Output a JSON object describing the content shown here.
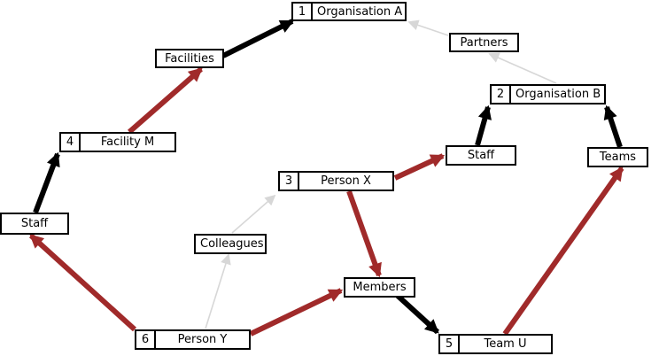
{
  "diagram": {
    "title": "organisation-membership-graph",
    "colors": {
      "strong": "#000000",
      "highlight": "#a02a2a",
      "weak": "#d7d7d7",
      "border": "#000000",
      "bg": "#ffffff"
    },
    "nodes": {
      "org_a": {
        "badge": "1",
        "label": "Organisation A"
      },
      "partners": {
        "label": "Partners"
      },
      "facilities": {
        "label": "Facilities"
      },
      "org_b": {
        "badge": "2",
        "label": "Organisation B"
      },
      "facility_m": {
        "badge": "4",
        "label": "Facility M"
      },
      "staff_org_b": {
        "label": "Staff"
      },
      "teams": {
        "label": "Teams"
      },
      "person_x": {
        "badge": "3",
        "label": "Person X"
      },
      "staff_facility_m": {
        "label": "Staff"
      },
      "colleagues": {
        "label": "Colleagues"
      },
      "members": {
        "label": "Members"
      },
      "person_y": {
        "badge": "6",
        "label": "Person Y"
      },
      "team_u": {
        "badge": "5",
        "label": "Team U"
      }
    },
    "edges": [
      {
        "from": "Facilities",
        "to": "Organisation A",
        "style": "strong"
      },
      {
        "from": "Staff (Facility M)",
        "to": "Facility M",
        "style": "strong"
      },
      {
        "from": "Staff (Organisation B)",
        "to": "Organisation B",
        "style": "strong"
      },
      {
        "from": "Teams",
        "to": "Organisation B",
        "style": "strong"
      },
      {
        "from": "Members",
        "to": "Team U",
        "style": "strong"
      },
      {
        "from": "Facility M",
        "to": "Facilities",
        "style": "highlight"
      },
      {
        "from": "Person Y",
        "to": "Staff (Facility M)",
        "style": "highlight"
      },
      {
        "from": "Person Y",
        "to": "Members",
        "style": "highlight"
      },
      {
        "from": "Person X",
        "to": "Staff (Organisation B)",
        "style": "highlight"
      },
      {
        "from": "Person X",
        "to": "Members",
        "style": "highlight"
      },
      {
        "from": "Team U",
        "to": "Teams",
        "style": "highlight"
      },
      {
        "from": "Person Y",
        "to": "Colleagues",
        "style": "weak"
      },
      {
        "from": "Colleagues",
        "to": "Person X",
        "style": "weak"
      },
      {
        "from": "Organisation B",
        "to": "Partners",
        "style": "weak"
      },
      {
        "from": "Partners",
        "to": "Organisation A",
        "style": "weak"
      }
    ]
  }
}
